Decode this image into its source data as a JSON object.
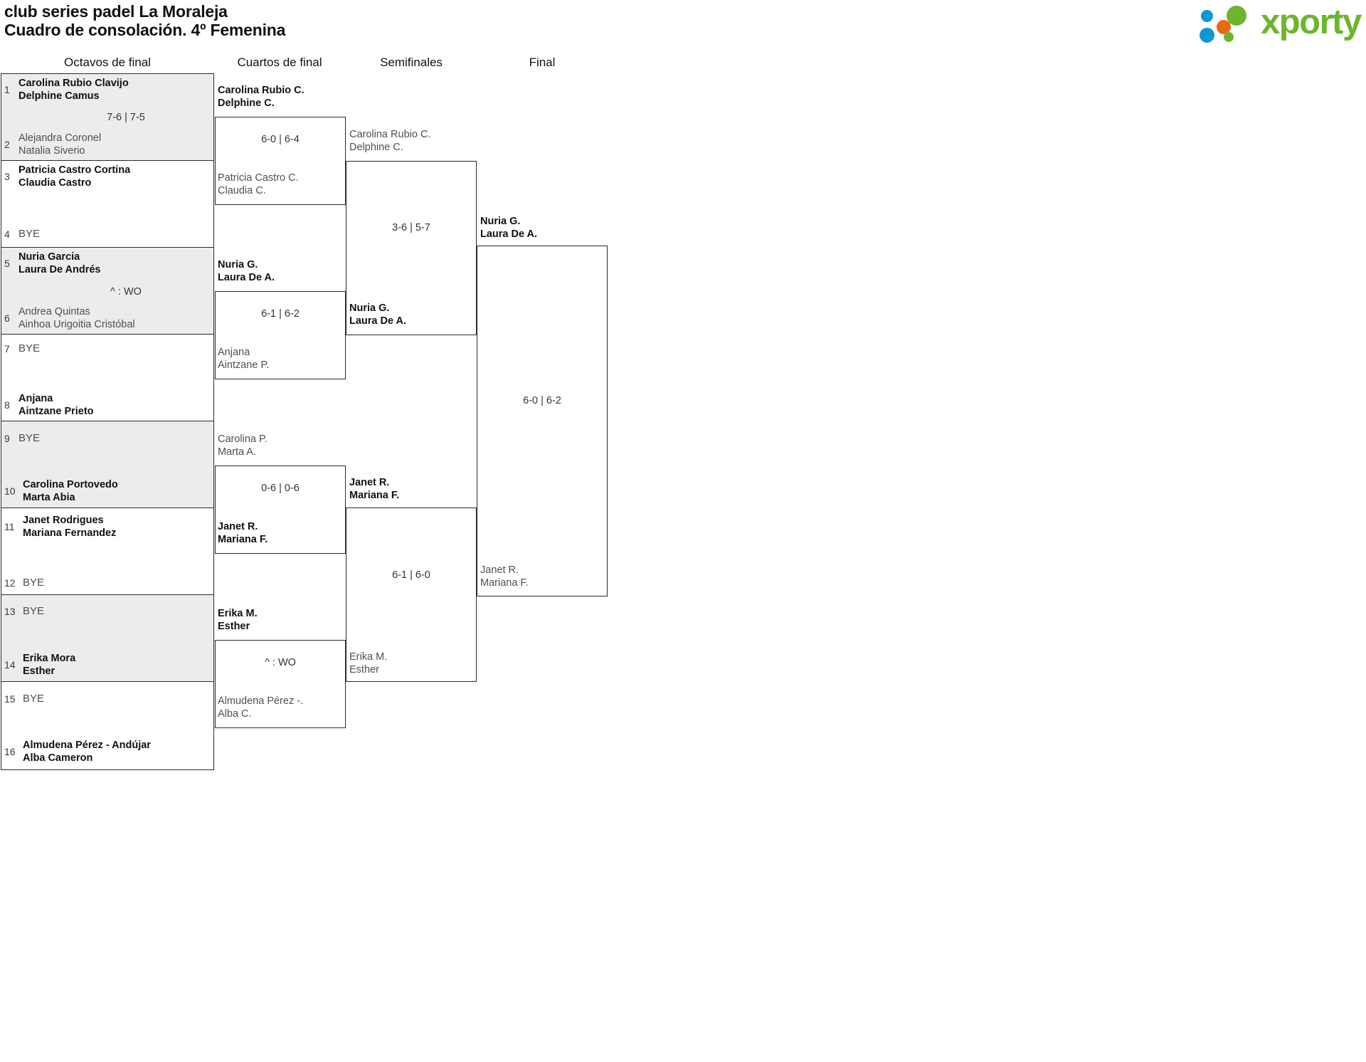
{
  "header": {
    "title_line1": "club series padel La Moraleja",
    "title_line2": "Cuadro de consolación. 4º Femenina",
    "logo_text": "xporty",
    "logo_colors": {
      "green": "#6cb52d",
      "blue": "#0d97d6",
      "orange": "#e8690b"
    }
  },
  "rounds": [
    {
      "id": "r16",
      "label": "Octavos de final"
    },
    {
      "id": "qf",
      "label": "Cuartos de final"
    },
    {
      "id": "sf",
      "label": "Semifinales"
    },
    {
      "id": "f",
      "label": "Final"
    }
  ],
  "round1": {
    "seeds": [
      {
        "num": "1",
        "line1": "Carolina Rubio Clavijo",
        "line2": "Delphine Camus",
        "status": "winner"
      },
      {
        "num": "2",
        "line1": "Alejandra Coronel",
        "line2": "Natalia Siverio",
        "status": "loser"
      },
      {
        "num": "3",
        "line1": "Patricia Castro Cortina",
        "line2": "Claudia Castro",
        "status": "winner"
      },
      {
        "num": "4",
        "line1": "BYE",
        "line2": "",
        "status": "bye"
      },
      {
        "num": "5",
        "line1": "Nuria Garcia",
        "line2": "Laura De Andrés",
        "status": "winner"
      },
      {
        "num": "6",
        "line1": "Andrea Quintas",
        "line2": "Ainhoa Urigoitia Cristóbal",
        "status": "loser"
      },
      {
        "num": "7",
        "line1": "BYE",
        "line2": "",
        "status": "bye"
      },
      {
        "num": "8",
        "line1": "Anjana",
        "line2": "Aintzane Prieto",
        "status": "winner"
      },
      {
        "num": "9",
        "line1": "BYE",
        "line2": "",
        "status": "bye"
      },
      {
        "num": "10",
        "line1": "Carolina Portovedo",
        "line2": "Marta Abia",
        "status": "winner"
      },
      {
        "num": "11",
        "line1": "Janet Rodrigues",
        "line2": "Mariana Fernandez",
        "status": "winner"
      },
      {
        "num": "12",
        "line1": "BYE",
        "line2": "",
        "status": "bye"
      },
      {
        "num": "13",
        "line1": "BYE",
        "line2": "",
        "status": "bye"
      },
      {
        "num": "14",
        "line1": "Erika Mora",
        "line2": "Esther",
        "status": "winner"
      },
      {
        "num": "15",
        "line1": "BYE",
        "line2": "",
        "status": "bye"
      },
      {
        "num": "16",
        "line1": "Almudena Pérez - Andújar",
        "line2": "Alba Cameron",
        "status": "winner"
      }
    ],
    "scores": [
      {
        "pair": 1,
        "text": "7-6 | 7-5"
      },
      {
        "pair": 2,
        "text": ""
      },
      {
        "pair": 3,
        "text": "^ : WO"
      },
      {
        "pair": 4,
        "text": ""
      },
      {
        "pair": 5,
        "text": ""
      },
      {
        "pair": 6,
        "text": ""
      },
      {
        "pair": 7,
        "text": ""
      },
      {
        "pair": 8,
        "text": ""
      }
    ]
  },
  "quarterfinals": [
    {
      "score": "6-0 | 6-4",
      "top": {
        "line1": "Carolina Rubio C.",
        "line2": "Delphine C.",
        "status": "winner"
      },
      "bottom": {
        "line1": "Patricia Castro C.",
        "line2": "Claudia C.",
        "status": "loser"
      }
    },
    {
      "score": "6-1 | 6-2",
      "top": {
        "line1": "Nuria G.",
        "line2": "Laura De A.",
        "status": "winner"
      },
      "bottom": {
        "line1": "Anjana",
        "line2": "Aintzane P.",
        "status": "loser"
      }
    },
    {
      "score": "0-6 | 0-6",
      "top": {
        "line1": "Carolina P.",
        "line2": "Marta A.",
        "status": "loser"
      },
      "bottom": {
        "line1": "Janet R.",
        "line2": "Mariana F.",
        "status": "winner"
      }
    },
    {
      "score": "^ : WO",
      "top": {
        "line1": "Erika M.",
        "line2": "Esther",
        "status": "winner"
      },
      "bottom": {
        "line1": "Almudena Pérez -.",
        "line2": "Alba C.",
        "status": "loser"
      }
    }
  ],
  "semifinals": [
    {
      "score": "3-6 | 5-7",
      "top": {
        "line1": "Carolina Rubio C.",
        "line2": "Delphine C.",
        "status": "loser"
      },
      "bottom": {
        "line1": "Nuria G.",
        "line2": "Laura De A.",
        "status": "winner"
      }
    },
    {
      "score": "6-1 | 6-0",
      "top": {
        "line1": "Janet R.",
        "line2": "Mariana F.",
        "status": "winner"
      },
      "bottom": {
        "line1": "Erika M.",
        "line2": "Esther",
        "status": "loser"
      }
    }
  ],
  "final": {
    "score": "6-0 | 6-2",
    "top": {
      "line1": "Nuria G.",
      "line2": "Laura De A.",
      "status": "winner"
    },
    "bottom": {
      "line1": "Janet R.",
      "line2": "Mariana F.",
      "status": "loser"
    }
  }
}
